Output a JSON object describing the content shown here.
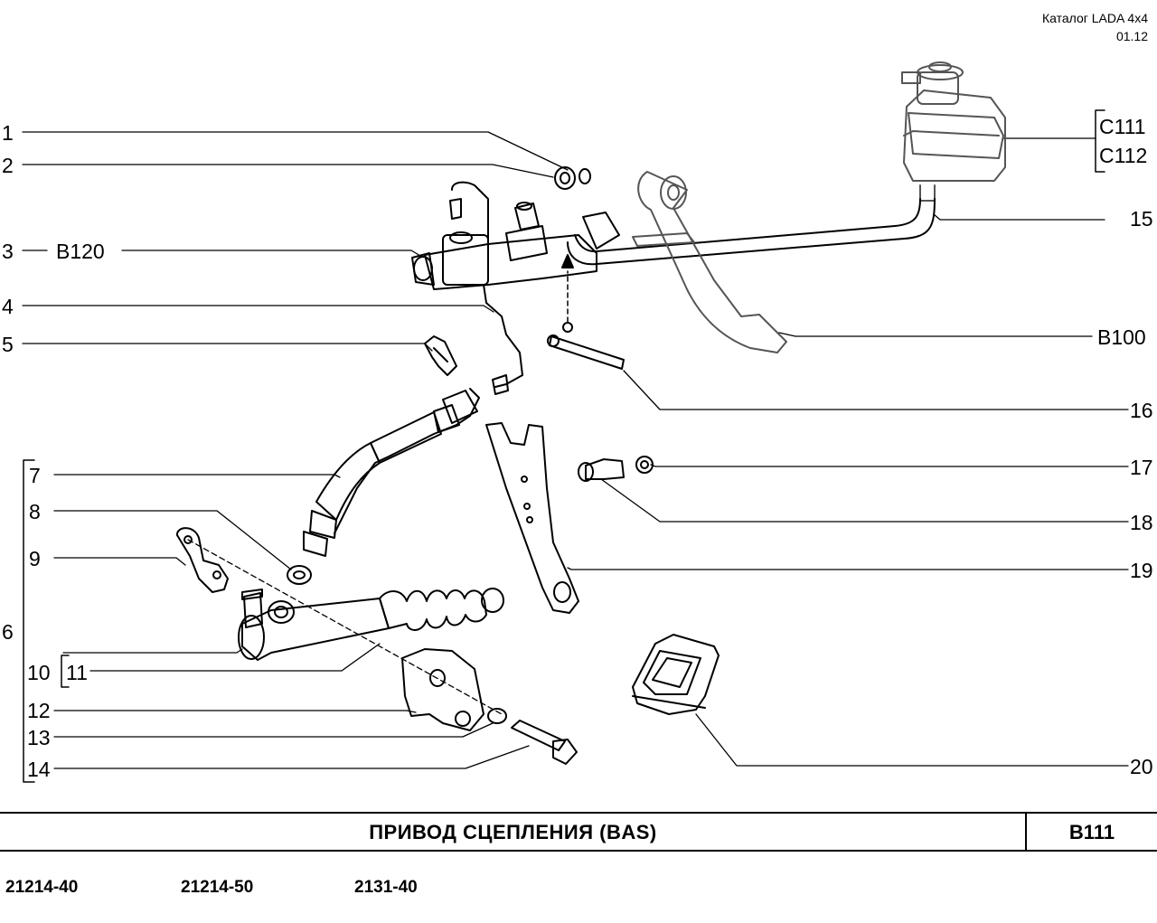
{
  "header": {
    "catalog": "Каталог  LADA  4x4",
    "date": "01.12"
  },
  "callouts": {
    "n1": "1",
    "n2": "2",
    "n3": "3",
    "b120": "B120",
    "n4": "4",
    "n5": "5",
    "n6": "6",
    "n7": "7",
    "n8": "8",
    "n9": "9",
    "n10": "10",
    "n11": "11",
    "n12": "12",
    "n13": "13",
    "n14": "14",
    "c111": "C111",
    "c112": "C112",
    "n15": "15",
    "b100": "B100",
    "n16": "16",
    "n17": "17",
    "n18": "18",
    "n19": "19",
    "n20": "20"
  },
  "footer": {
    "title": "ПРИВОД  СЦЕПЛЕНИЯ  (BAS)",
    "code": "B111",
    "models": [
      "21214-40",
      "21214-50",
      "2131-40"
    ]
  }
}
